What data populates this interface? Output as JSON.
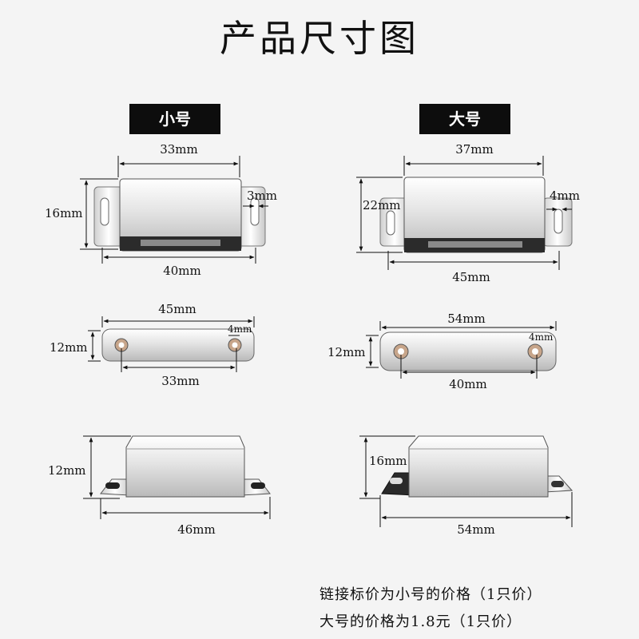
{
  "title": "产品尺寸图",
  "small": {
    "label": "小号",
    "catch_width_top": "33mm",
    "catch_height": "16mm",
    "catch_thickness": "3mm",
    "catch_base_width": "40mm",
    "plate_length": "45mm",
    "plate_height": "12mm",
    "plate_hole": "4mm",
    "plate_hole_spacing": "33mm",
    "side_height": "12mm",
    "side_length": "46mm"
  },
  "large": {
    "label": "大号",
    "catch_width_top": "37mm",
    "catch_height": "22mm",
    "catch_thickness": "4mm",
    "catch_base_width": "45mm",
    "plate_length": "54mm",
    "plate_height": "12mm",
    "plate_hole": "4mm",
    "plate_hole_spacing": "40mm",
    "side_height": "16mm",
    "side_length": "54mm"
  },
  "notes": {
    "line1": "链接标价为小号的价格（1只价）",
    "line2": "大号的价格为1.8元（1只价）"
  }
}
